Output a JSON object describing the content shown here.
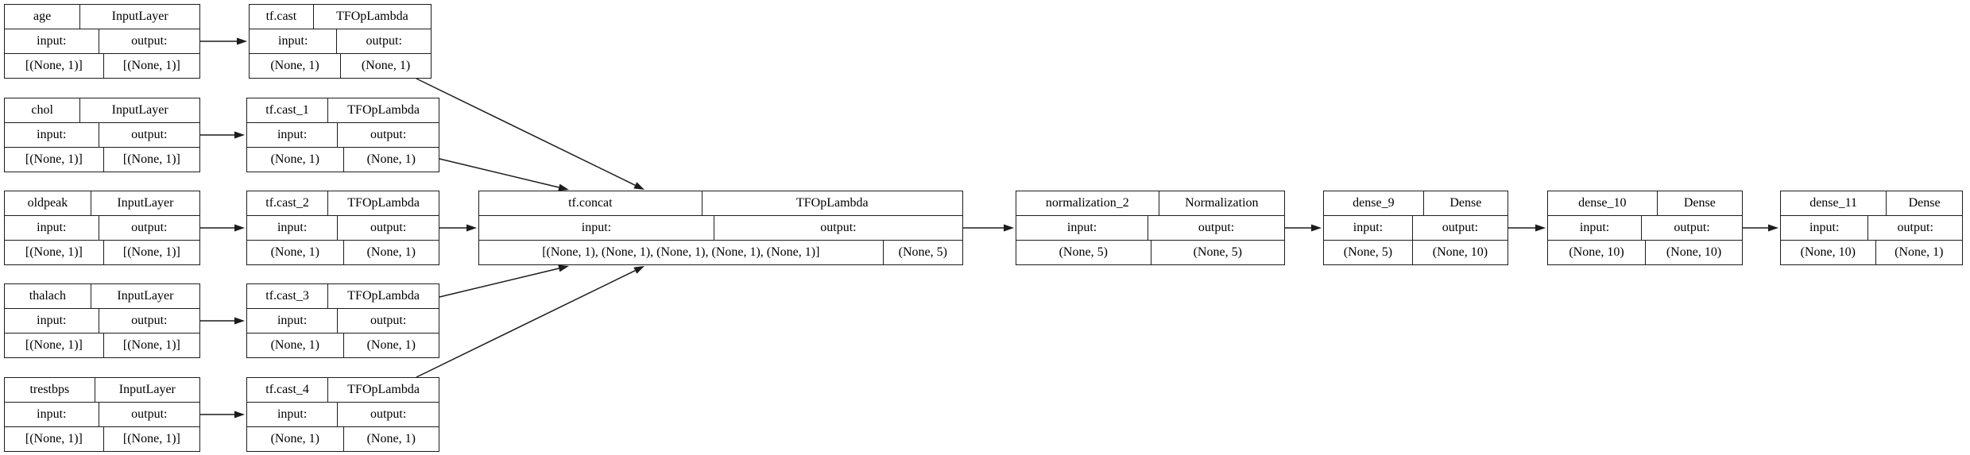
{
  "diagram": {
    "kind": "keras-model-plot",
    "background_color": "#ffffff",
    "line_color": "#1c1c1c",
    "text_color": "#000000"
  },
  "labels": {
    "input": "input:",
    "output": "output:"
  },
  "nodes": [
    {
      "id": "age",
      "name": "age",
      "type": "InputLayer",
      "input_shape": "[(None, 1)]",
      "output_shape": "[(None, 1)]"
    },
    {
      "id": "chol",
      "name": "chol",
      "type": "InputLayer",
      "input_shape": "[(None, 1)]",
      "output_shape": "[(None, 1)]"
    },
    {
      "id": "oldpeak",
      "name": "oldpeak",
      "type": "InputLayer",
      "input_shape": "[(None, 1)]",
      "output_shape": "[(None, 1)]"
    },
    {
      "id": "thalach",
      "name": "thalach",
      "type": "InputLayer",
      "input_shape": "[(None, 1)]",
      "output_shape": "[(None, 1)]"
    },
    {
      "id": "trestbps",
      "name": "trestbps",
      "type": "InputLayer",
      "input_shape": "[(None, 1)]",
      "output_shape": "[(None, 1)]"
    },
    {
      "id": "tf.cast",
      "name": "tf.cast",
      "type": "TFOpLambda",
      "input_shape": "(None, 1)",
      "output_shape": "(None, 1)"
    },
    {
      "id": "tf.cast_1",
      "name": "tf.cast_1",
      "type": "TFOpLambda",
      "input_shape": "(None, 1)",
      "output_shape": "(None, 1)"
    },
    {
      "id": "tf.cast_2",
      "name": "tf.cast_2",
      "type": "TFOpLambda",
      "input_shape": "(None, 1)",
      "output_shape": "(None, 1)"
    },
    {
      "id": "tf.cast_3",
      "name": "tf.cast_3",
      "type": "TFOpLambda",
      "input_shape": "(None, 1)",
      "output_shape": "(None, 1)"
    },
    {
      "id": "tf.cast_4",
      "name": "tf.cast_4",
      "type": "TFOpLambda",
      "input_shape": "(None, 1)",
      "output_shape": "(None, 1)"
    },
    {
      "id": "tf.concat",
      "name": "tf.concat",
      "type": "TFOpLambda",
      "input_shape": "[(None, 1), (None, 1), (None, 1), (None, 1), (None, 1)]",
      "output_shape": "(None, 5)"
    },
    {
      "id": "normalization_2",
      "name": "normalization_2",
      "type": "Normalization",
      "input_shape": "(None, 5)",
      "output_shape": "(None, 5)"
    },
    {
      "id": "dense_9",
      "name": "dense_9",
      "type": "Dense",
      "input_shape": "(None, 5)",
      "output_shape": "(None, 10)"
    },
    {
      "id": "dense_10",
      "name": "dense_10",
      "type": "Dense",
      "input_shape": "(None, 10)",
      "output_shape": "(None, 10)"
    },
    {
      "id": "dense_11",
      "name": "dense_11",
      "type": "Dense",
      "input_shape": "(None, 10)",
      "output_shape": "(None, 1)"
    }
  ],
  "edges": [
    {
      "from": "age",
      "to": "tf.cast"
    },
    {
      "from": "chol",
      "to": "tf.cast_1"
    },
    {
      "from": "oldpeak",
      "to": "tf.cast_2"
    },
    {
      "from": "thalach",
      "to": "tf.cast_3"
    },
    {
      "from": "trestbps",
      "to": "tf.cast_4"
    },
    {
      "from": "tf.cast",
      "to": "tf.concat"
    },
    {
      "from": "tf.cast_1",
      "to": "tf.concat"
    },
    {
      "from": "tf.cast_2",
      "to": "tf.concat"
    },
    {
      "from": "tf.cast_3",
      "to": "tf.concat"
    },
    {
      "from": "tf.cast_4",
      "to": "tf.concat"
    },
    {
      "from": "tf.concat",
      "to": "normalization_2"
    },
    {
      "from": "normalization_2",
      "to": "dense_9"
    },
    {
      "from": "dense_9",
      "to": "dense_10"
    },
    {
      "from": "dense_10",
      "to": "dense_11"
    }
  ]
}
